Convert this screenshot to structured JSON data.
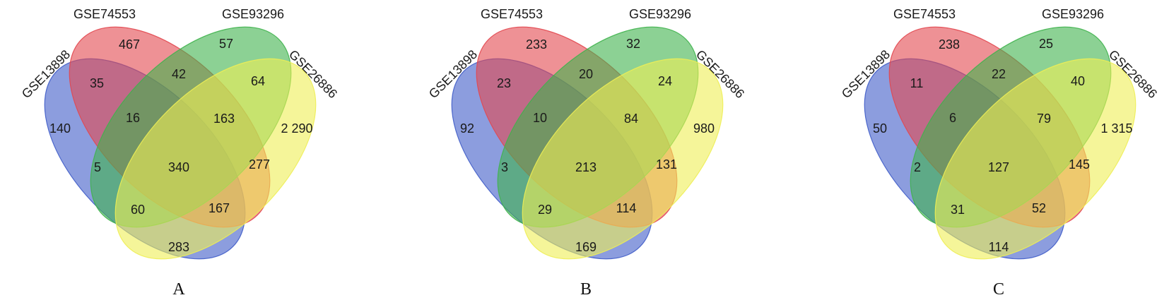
{
  "colors": {
    "GSE13898": "#3f5cc8",
    "GSE74553": "#e2474f",
    "GSE93296": "#3fb34c",
    "GSE26886": "#eeee55"
  },
  "sets": [
    "GSE13898",
    "GSE74553",
    "GSE93296",
    "GSE26886"
  ],
  "panels": [
    {
      "letter": "A",
      "set_labels": {
        "GSE13898": "GSE13898",
        "GSE74553": "GSE74553",
        "GSE93296": "GSE93296",
        "GSE26886": "GSE26886"
      },
      "regions": {
        "only_GSE74553": "467",
        "only_GSE93296": "57",
        "GSE13898_GSE74553": "35",
        "GSE74553_GSE93296": "42",
        "GSE93296_GSE26886": "64",
        "only_GSE13898": "140",
        "GSE13898_GSE74553_GSE93296": "16",
        "GSE74553_GSE93296_GSE26886": "163",
        "only_GSE26886": "2 290",
        "GSE13898_GSE93296": "5",
        "all_four": "340",
        "GSE74553_GSE26886": "277",
        "GSE13898_GSE93296_GSE26886": "60",
        "GSE13898_GSE74553_GSE26886": "167",
        "GSE13898_GSE26886": "283"
      }
    },
    {
      "letter": "B",
      "set_labels": {
        "GSE13898": "GSE13898",
        "GSE74553": "GSE74553",
        "GSE93296": "GSE93296",
        "GSE26886": "GSE26886"
      },
      "regions": {
        "only_GSE74553": "233",
        "only_GSE93296": "32",
        "GSE13898_GSE74553": "23",
        "GSE74553_GSE93296": "20",
        "GSE93296_GSE26886": "24",
        "only_GSE13898": "92",
        "GSE13898_GSE74553_GSE93296": "10",
        "GSE74553_GSE93296_GSE26886": "84",
        "only_GSE26886": "980",
        "GSE13898_GSE93296": "3",
        "all_four": "213",
        "GSE74553_GSE26886": "131",
        "GSE13898_GSE93296_GSE26886": "29",
        "GSE13898_GSE74553_GSE26886": "114",
        "GSE13898_GSE26886": "169"
      }
    },
    {
      "letter": "C",
      "set_labels": {
        "GSE13898": "GSE13898",
        "GSE74553": "GSE74553",
        "GSE93296": "GSE93296",
        "GSE26886": "GSE26886"
      },
      "regions": {
        "only_GSE74553": "238",
        "only_GSE93296": "25",
        "GSE13898_GSE74553": "11",
        "GSE74553_GSE93296": "22",
        "GSE93296_GSE26886": "40",
        "only_GSE13898": "50",
        "GSE13898_GSE74553_GSE93296": "6",
        "GSE74553_GSE93296_GSE26886": "79",
        "only_GSE26886": "1 315",
        "GSE13898_GSE93296": "2",
        "all_four": "127",
        "GSE74553_GSE26886": "145",
        "GSE13898_GSE93296_GSE26886": "31",
        "GSE13898_GSE74553_GSE26886": "52",
        "GSE13898_GSE26886": "114"
      }
    }
  ]
}
